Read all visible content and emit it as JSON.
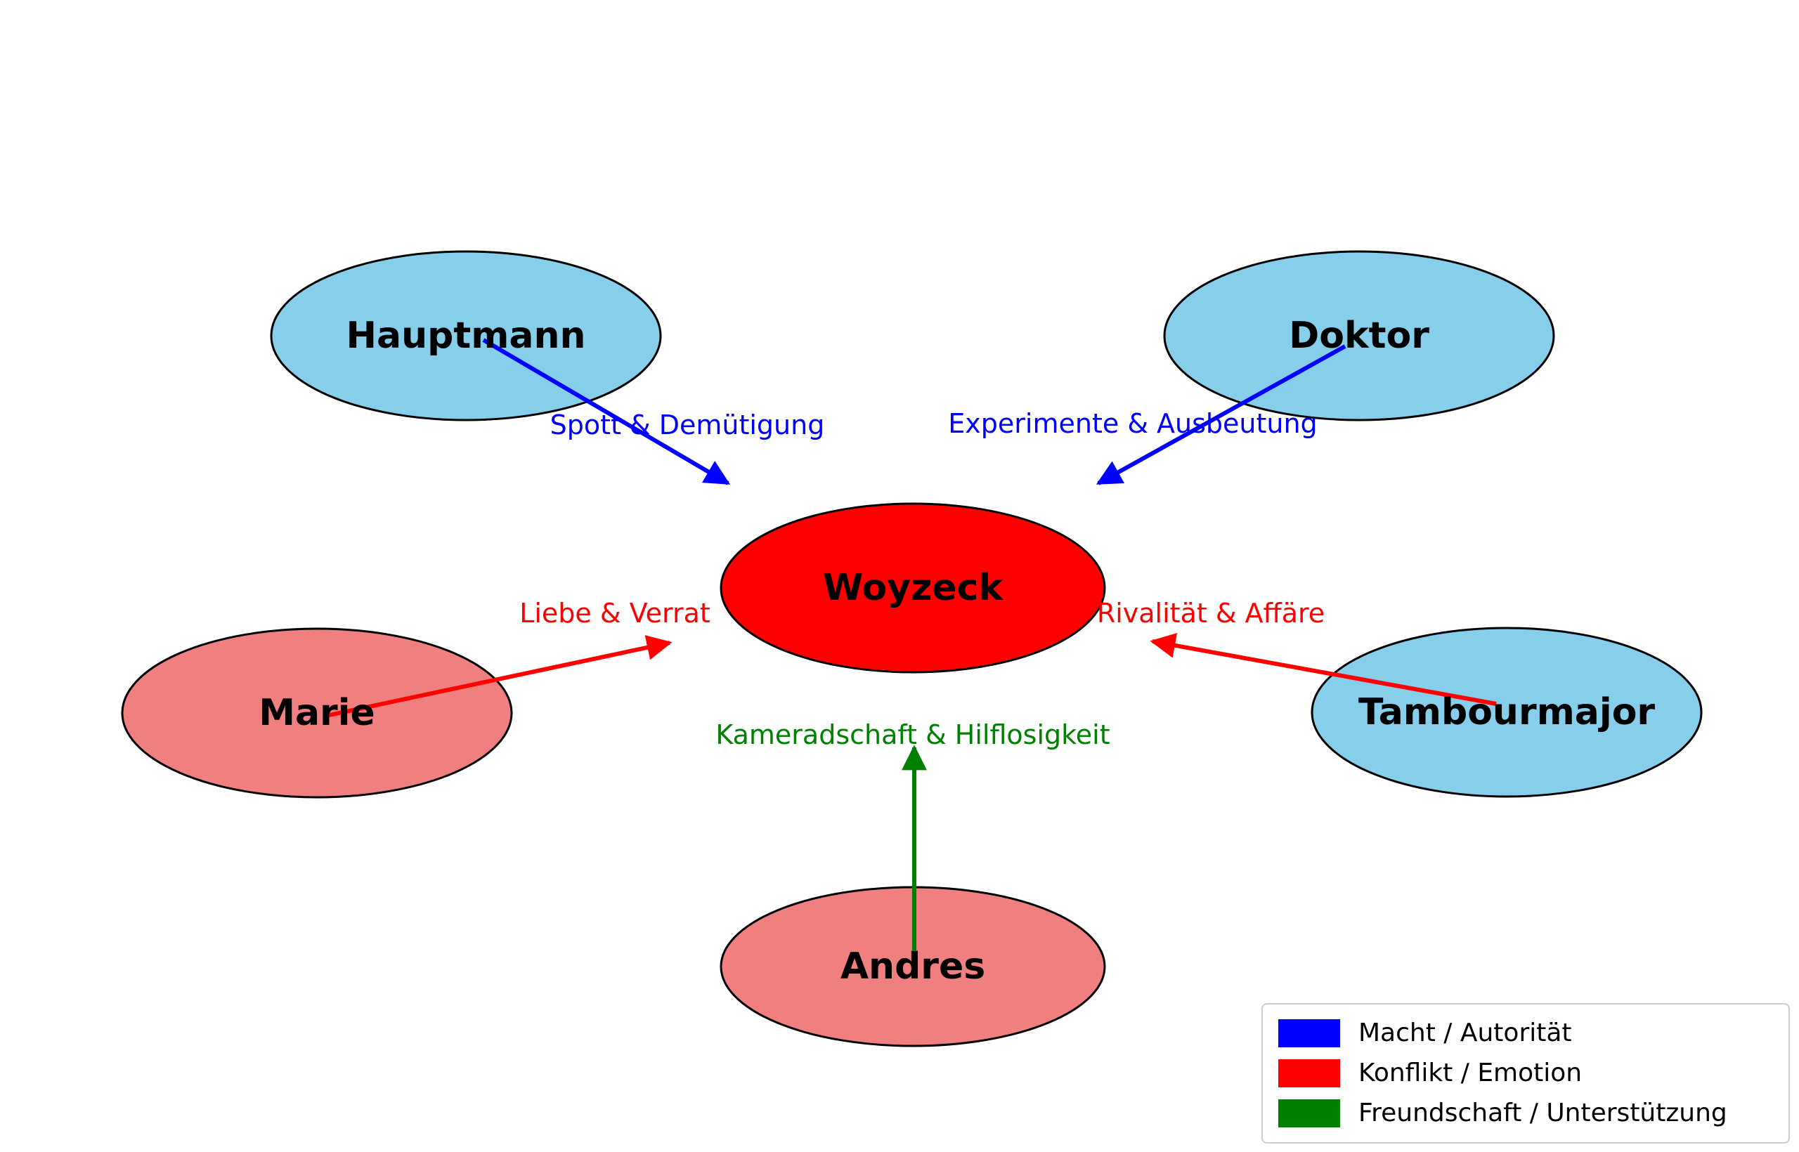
{
  "nodes": {
    "woyzeck": {
      "label": "Woyzeck",
      "color": "#ff0000"
    },
    "hauptmann": {
      "label": "Hauptmann",
      "color": "#87ceeb"
    },
    "doktor": {
      "label": "Doktor",
      "color": "#87ceeb"
    },
    "marie": {
      "label": "Marie",
      "color": "#f08080"
    },
    "tambourmajor": {
      "label": "Tambourmajor",
      "color": "#87ceeb"
    },
    "andres": {
      "label": "Andres",
      "color": "#f08080"
    }
  },
  "edges": {
    "hauptmann_woyzeck": {
      "from": "Hauptmann",
      "to": "Woyzeck",
      "label": "Spott & Demütigung",
      "color": "#0000ff",
      "type": "Macht / Autorität"
    },
    "doktor_woyzeck": {
      "from": "Doktor",
      "to": "Woyzeck",
      "label": "Experimente & Ausbeutung",
      "color": "#0000ff",
      "type": "Macht / Autorität"
    },
    "marie_woyzeck": {
      "from": "Marie",
      "to": "Woyzeck",
      "label": "Liebe & Verrat",
      "color": "#ff0000",
      "type": "Konflikt / Emotion"
    },
    "tambourmajor_woyzeck": {
      "from": "Tambourmajor",
      "to": "Woyzeck",
      "label": "Rivalität & Affäre",
      "color": "#ff0000",
      "type": "Konflikt / Emotion"
    },
    "andres_woyzeck": {
      "from": "Andres",
      "to": "Woyzeck",
      "label": "Kameradschaft & Hilflosigkeit",
      "color": "#008000",
      "type": "Freundschaft / Unterstützung"
    }
  },
  "legend": {
    "items": [
      {
        "label": "Macht / Autorität",
        "color": "#0000ff"
      },
      {
        "label": "Konflikt / Emotion",
        "color": "#ff0000"
      },
      {
        "label": "Freundschaft / Unterstützung",
        "color": "#008000"
      }
    ]
  }
}
